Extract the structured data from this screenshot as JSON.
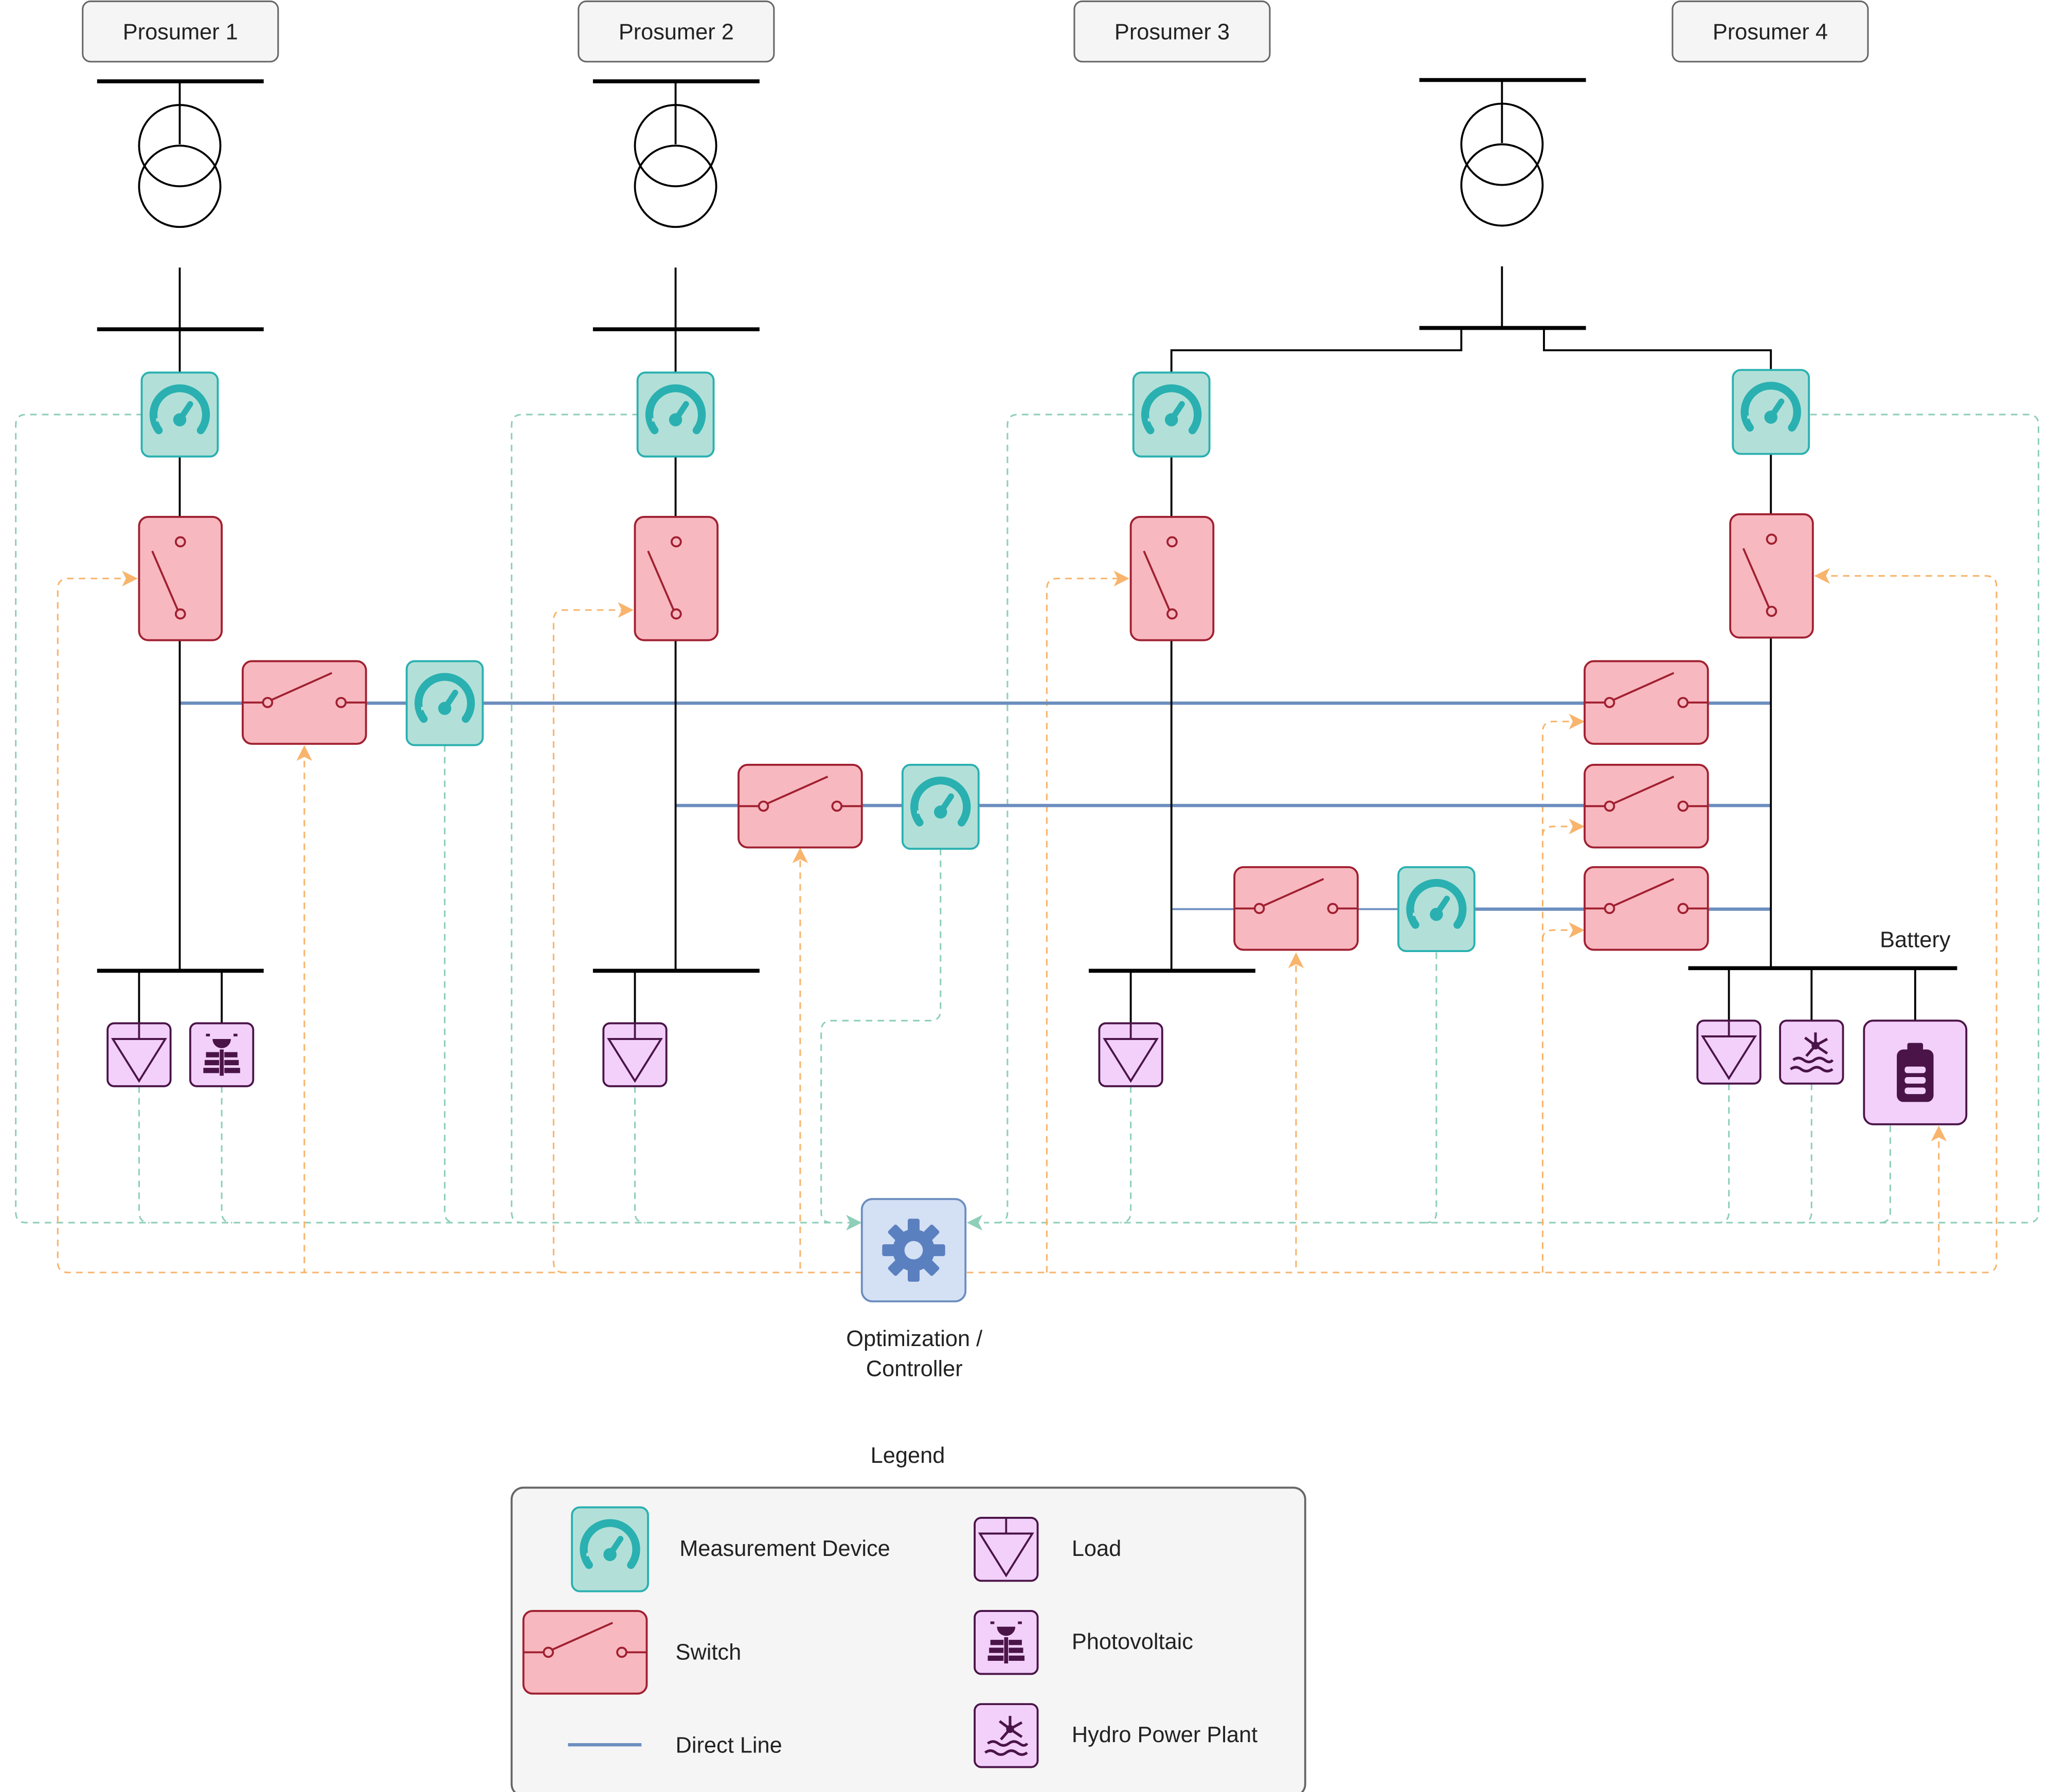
{
  "prosumers": [
    {
      "label": "Prosumer 1"
    },
    {
      "label": "Prosumer 2"
    },
    {
      "label": "Prosumer 3"
    },
    {
      "label": "Prosumer 4"
    }
  ],
  "battery_label": "Battery",
  "controller": {
    "line1": "Optimization /",
    "line2": "Controller"
  },
  "legend": {
    "title": "Legend",
    "measurement": "Measurement Device",
    "switch": "Switch",
    "direct_line": "Direct Line",
    "load": "Load",
    "photovoltaic": "Photovoltaic",
    "hydro": "Hydro Power Plant"
  },
  "colors": {
    "meter_fill": "#b2e0d8",
    "meter_stroke": "#2ab0b0",
    "switch_fill": "#f8b8c0",
    "switch_stroke": "#a02030",
    "line_blue": "#6c8ebf",
    "dash_green": "#8ecfb8",
    "dash_orange": "#f8b46c",
    "device_fill": "#f2d0fa",
    "device_stroke": "#4a1448",
    "controller_fill": "#d4e0f4",
    "controller_stroke": "#6c8ebf",
    "gear": "#5b80c0"
  }
}
